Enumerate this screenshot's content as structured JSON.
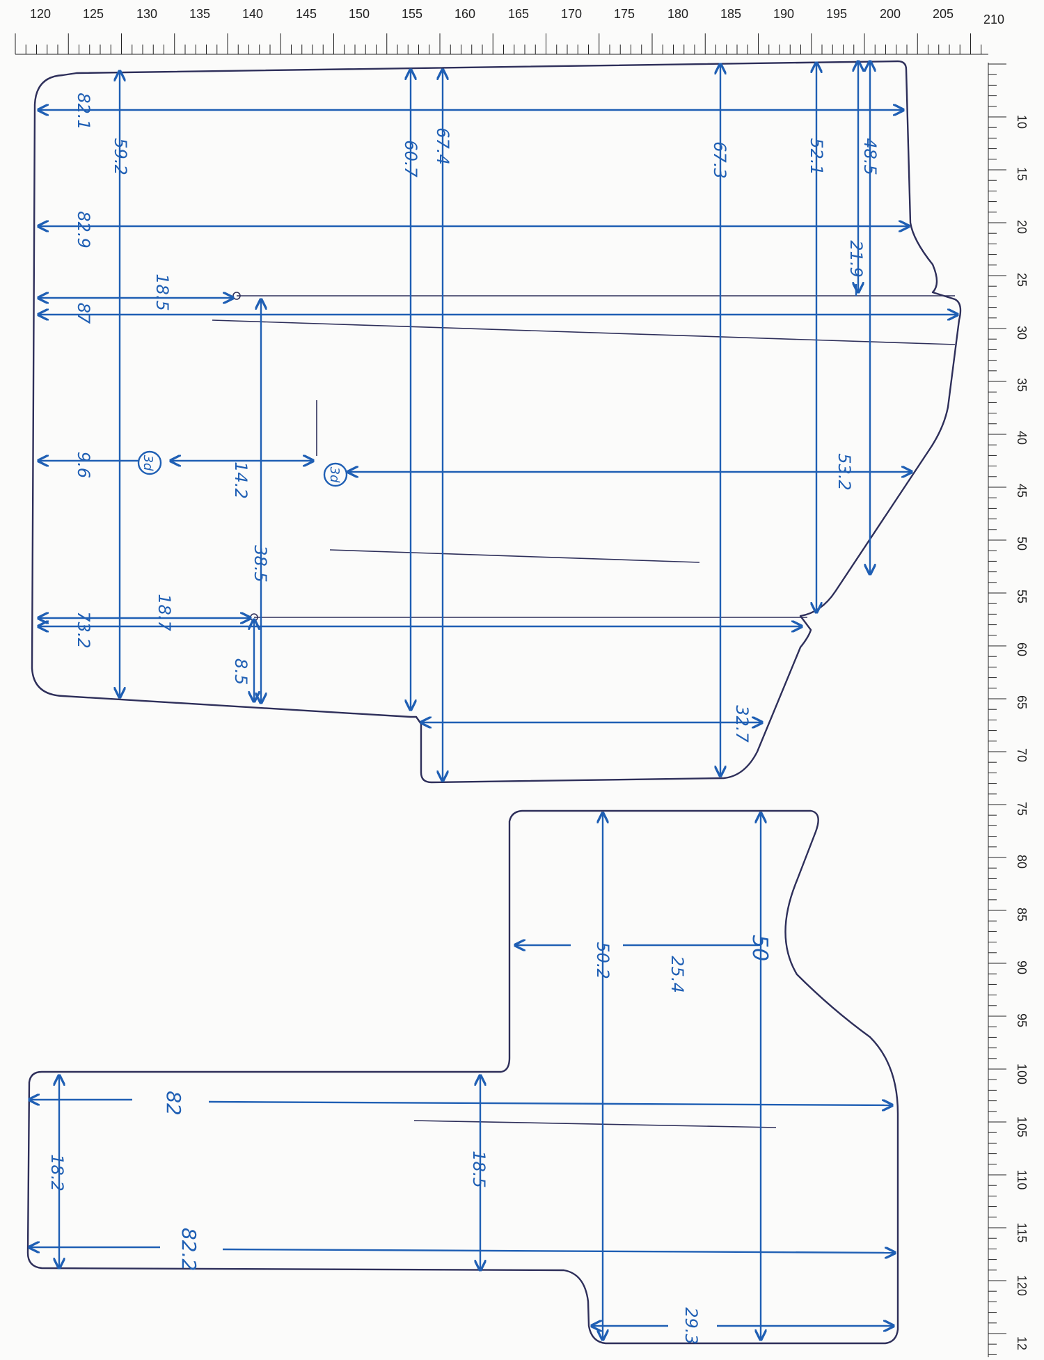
{
  "top_ruler": {
    "labels": [
      "120",
      "125",
      "130",
      "135",
      "140",
      "145",
      "150",
      "155",
      "160",
      "165",
      "170",
      "175",
      "180",
      "185",
      "190",
      "195",
      "200",
      "205",
      "210"
    ]
  },
  "right_ruler": {
    "labels": [
      "10",
      "15",
      "20",
      "25",
      "30",
      "35",
      "40",
      "45",
      "50",
      "55",
      "60",
      "65",
      "70",
      "75",
      "80",
      "85",
      "90",
      "95",
      "100",
      "105",
      "110",
      "115",
      "120",
      "12"
    ]
  },
  "upper_piece": {
    "measurements": [
      "82.1",
      "59.2",
      "60.7",
      "67.4",
      "67.3",
      "52.1",
      "48.5",
      "82.9",
      "21.9",
      "18.5",
      "87",
      "9.6",
      "3d",
      "14.2",
      "3d",
      "53.2",
      "38.5",
      "18.7",
      "73.2",
      "8.5",
      "32.7"
    ]
  },
  "lower_piece": {
    "measurements": [
      "50.2",
      "25.4",
      "50",
      "82",
      "18.5",
      "18.2",
      "82.2",
      "29.3"
    ]
  },
  "colors": {
    "ink": "#1f5fb4",
    "outline": "#2e2f5a",
    "paper": "#fbfbfa"
  }
}
